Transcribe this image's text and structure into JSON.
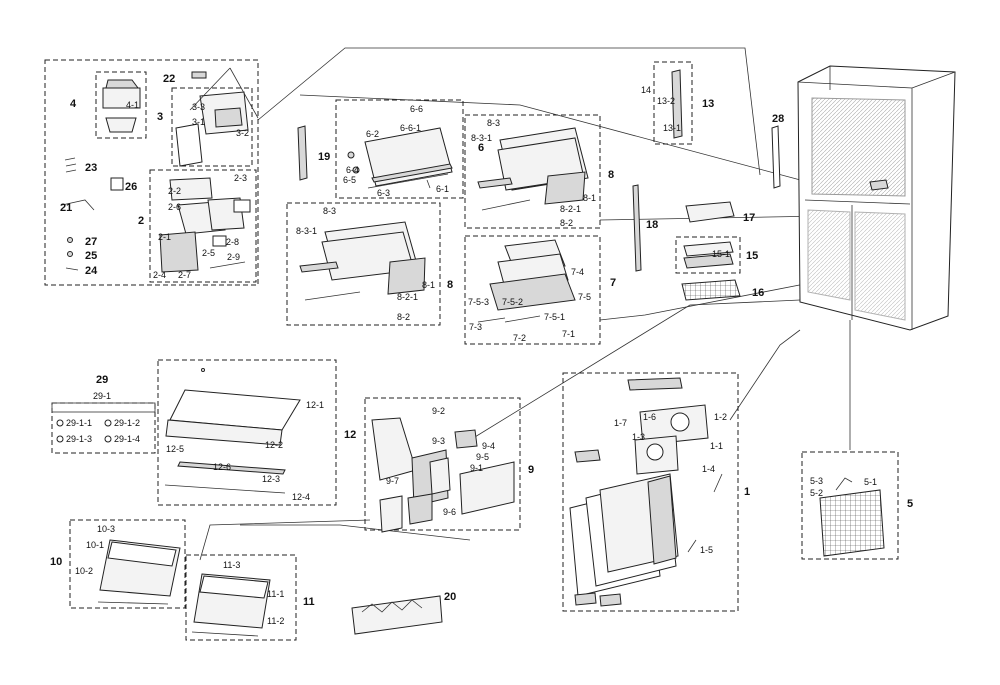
{
  "labels": {
    "l1": "1",
    "l1_1": "1-1",
    "l1_2": "1-2",
    "l1_3": "1-3",
    "l1_4": "1-4",
    "l1_5": "1-5",
    "l1_6": "1-6",
    "l1_7": "1-7",
    "l2": "2",
    "l2_1": "2-1",
    "l2_2": "2-2",
    "l2_3": "2-3",
    "l2_4": "2-4",
    "l2_5": "2-5",
    "l2_6": "2-6",
    "l2_7": "2-7",
    "l2_8": "2-8",
    "l2_9": "2-9",
    "l3": "3",
    "l3_1": "3-1",
    "l3_2": "3-2",
    "l3_3": "3-3",
    "l4": "4",
    "l4_1": "4-1",
    "l5": "5",
    "l5_1": "5-1",
    "l5_2": "5-2",
    "l5_3": "5-3",
    "l6": "6",
    "l6_1": "6-1",
    "l6_2": "6-2",
    "l6_3": "6-3",
    "l6_4": "6-4",
    "l6_5": "6-5",
    "l6_6": "6-6",
    "l6_6_1": "6-6-1",
    "l7": "7",
    "l7_1": "7-1",
    "l7_2": "7-2",
    "l7_3": "7-3",
    "l7_4": "7-4",
    "l7_5": "7-5",
    "l7_5_1": "7-5-1",
    "l7_5_2": "7-5-2",
    "l7_5_3": "7-5-3",
    "l8": "8",
    "l8_1": "8-1",
    "l8_2": "8-2",
    "l8_2_1": "8-2-1",
    "l8_3": "8-3",
    "l8_3_1": "8-3-1",
    "l8b": "8",
    "l8b_1": "8-1",
    "l8b_2": "8-2",
    "l8b_2_1": "8-2-1",
    "l8b_3": "8-3",
    "l8b_3_1": "8-3-1",
    "l9": "9",
    "l9_1": "9-1",
    "l9_2": "9-2",
    "l9_3": "9-3",
    "l9_4": "9-4",
    "l9_5": "9-5",
    "l9_6": "9-6",
    "l9_7": "9-7",
    "l10": "10",
    "l10_1": "10-1",
    "l10_2": "10-2",
    "l10_3": "10-3",
    "l11": "11",
    "l11_1": "11-1",
    "l11_2": "11-2",
    "l11_3": "11-3",
    "l12": "12",
    "l12_1": "12-1",
    "l12_2": "12-2",
    "l12_3": "12-3",
    "l12_4": "12-4",
    "l12_5": "12-5",
    "l12_6": "12-6",
    "l13": "13",
    "l13_1": "13-1",
    "l13_2": "13-2",
    "l14": "14",
    "l15": "15",
    "l15_1": "15-1",
    "l16": "16",
    "l17": "17",
    "l18": "18",
    "l19": "19",
    "l20": "20",
    "l21": "21",
    "l22": "22",
    "l23": "23",
    "l24": "24",
    "l25": "25",
    "l26": "26",
    "l27": "27",
    "l28": "28",
    "l29": "29",
    "l29_1": "29-1",
    "l29_1_1": "29-1-1",
    "l29_1_2": "29-1-2",
    "l29_1_3": "29-1-3",
    "l29_1_4": "29-1-4"
  },
  "graphics": {
    "outline_color": "#222222",
    "fill_light": "#f3f3f3",
    "fill_dark": "#d8d8d8",
    "background": "#ffffff"
  }
}
